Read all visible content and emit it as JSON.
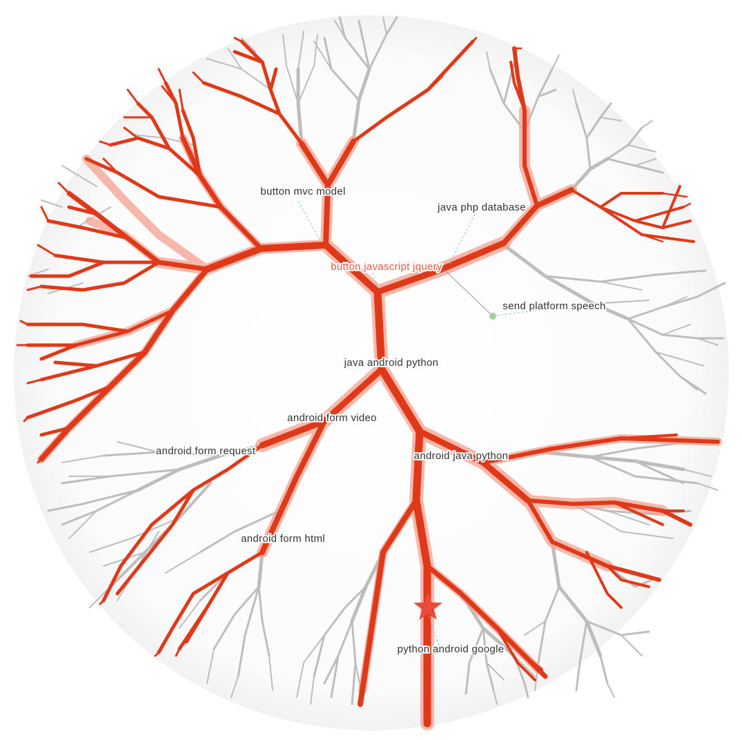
{
  "colors": {
    "highlight": "#e0391a",
    "highlight_glow": "#f3a28f",
    "muted": "#bdbdbd",
    "background_disc": "#f7f7f7",
    "label": "#333333",
    "label_highlight": "#e8593f",
    "leader_line": "#7fc8e8",
    "marker_star": "#e84a3c",
    "marker_dot": "#9fd39a"
  },
  "markers": {
    "star_icon": "star-icon",
    "dot_icon": "dot-icon"
  },
  "labels": {
    "button_mvc_model": "button mvc model",
    "java_php_database": "java php database",
    "button_javascript_jquery": "button javascript jquery",
    "send_platform_speech": "send platform speech",
    "java_android_python": "java android python",
    "android_form_video": "android form video",
    "android_form_request": "android form request",
    "android_java_python": "android java python",
    "android_form_html": "android form html",
    "python_android_google": "python android google"
  }
}
